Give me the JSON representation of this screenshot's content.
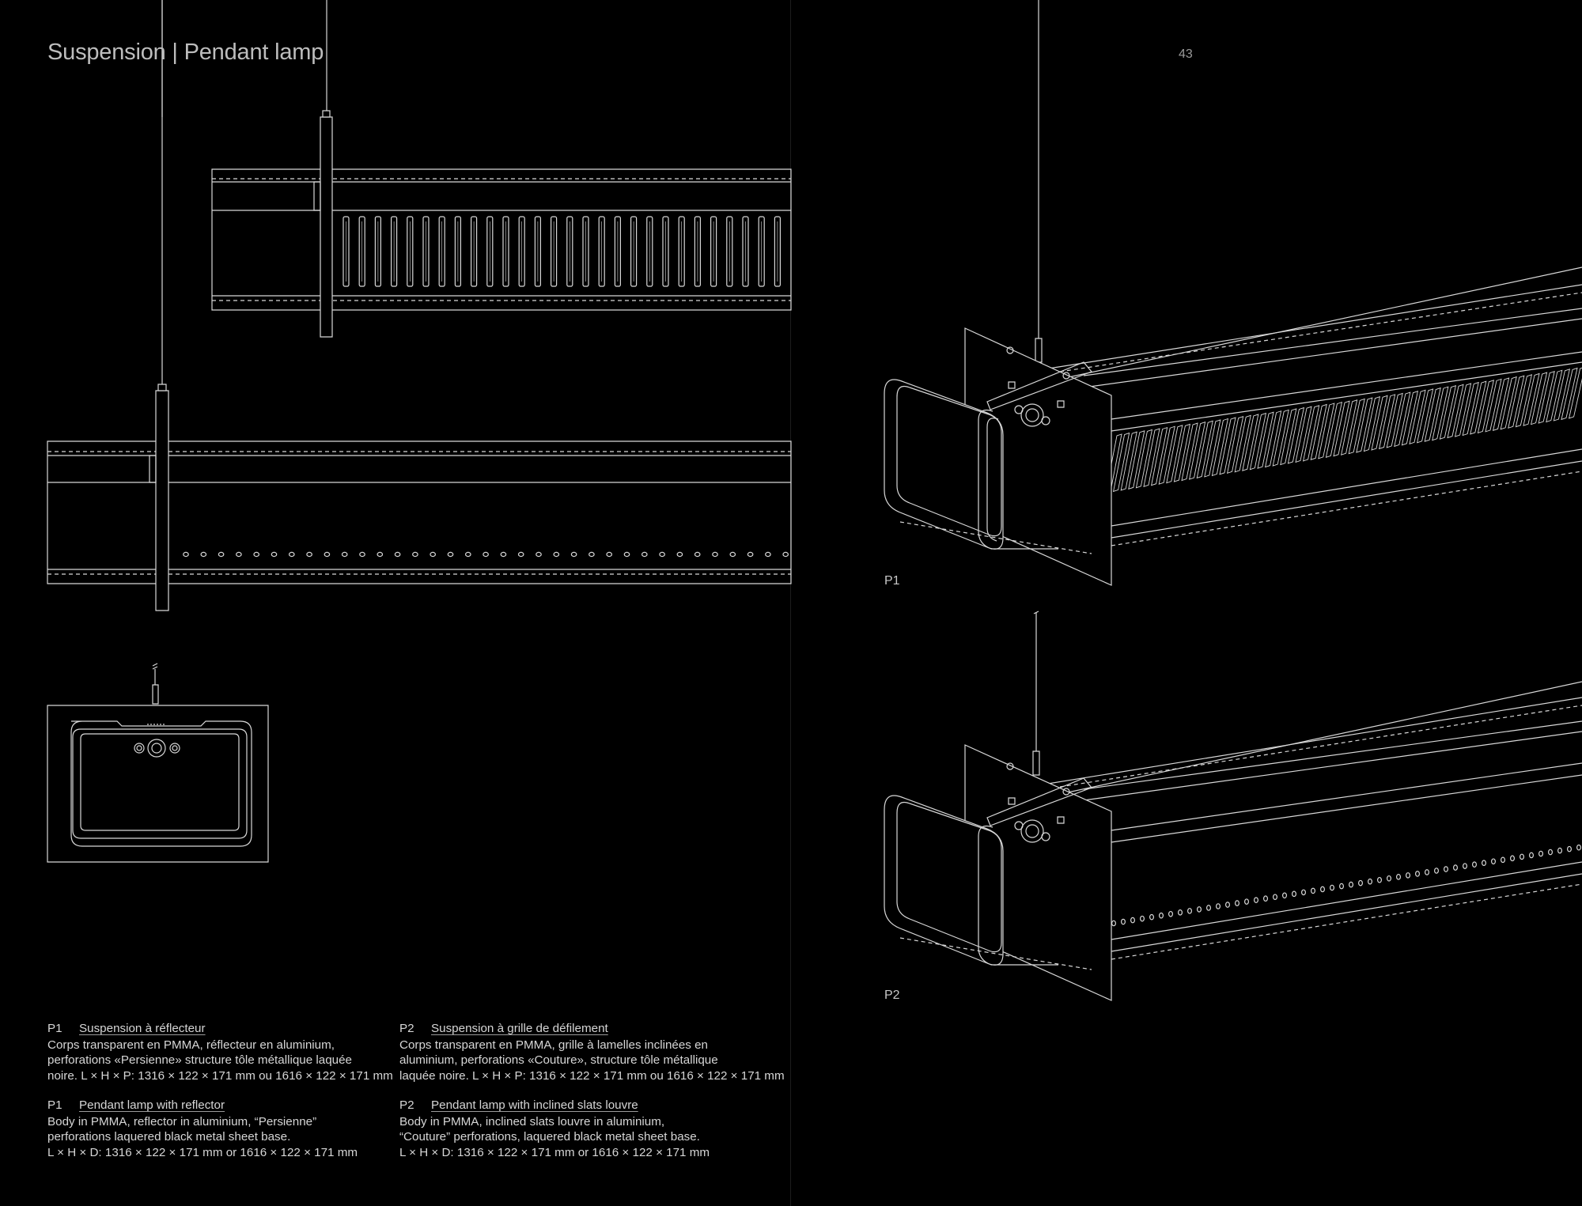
{
  "page": {
    "title": "Suspension | Pendant lamp",
    "number": "43"
  },
  "figures": {
    "p1_label": "P1",
    "p2_label": "P2"
  },
  "descriptions": [
    {
      "code": "P1",
      "name": "Suspension à réflecteur",
      "lines": [
        "Corps transparent en PMMA, réflecteur en aluminium,",
        "perforations «Persienne» structure tôle métallique laquée",
        "noire. L × H × P: 1316 × 122 × 171 mm ou 1616 × 122 × 171 mm"
      ]
    },
    {
      "code": "P2",
      "name": "Suspension à grille de défilement",
      "lines": [
        "Corps transparent en PMMA, grille à lamelles inclinées en",
        "aluminium, perforations «Couture», structure tôle métallique",
        "laquée noire. L × H × P: 1316 × 122 × 171 mm ou 1616 × 122 × 171 mm"
      ]
    },
    {
      "code": "P1",
      "name": "Pendant lamp with reflector",
      "lines": [
        "Body in PMMA, reflector in aluminium, “Persienne”",
        "perforations laquered black metal sheet base.",
        "L × H × D: 1316 × 122 × 171 mm or 1616 × 122 × 171 mm"
      ]
    },
    {
      "code": "P2",
      "name": "Pendant lamp with inclined slats louvre",
      "lines": [
        "Body in PMMA, inclined slats louvre in aluminium,",
        "“Couture” perforations, laquered black metal sheet base.",
        "L × H × D: 1316 × 122 × 171 mm or 1616 × 122 × 171 mm"
      ]
    }
  ]
}
